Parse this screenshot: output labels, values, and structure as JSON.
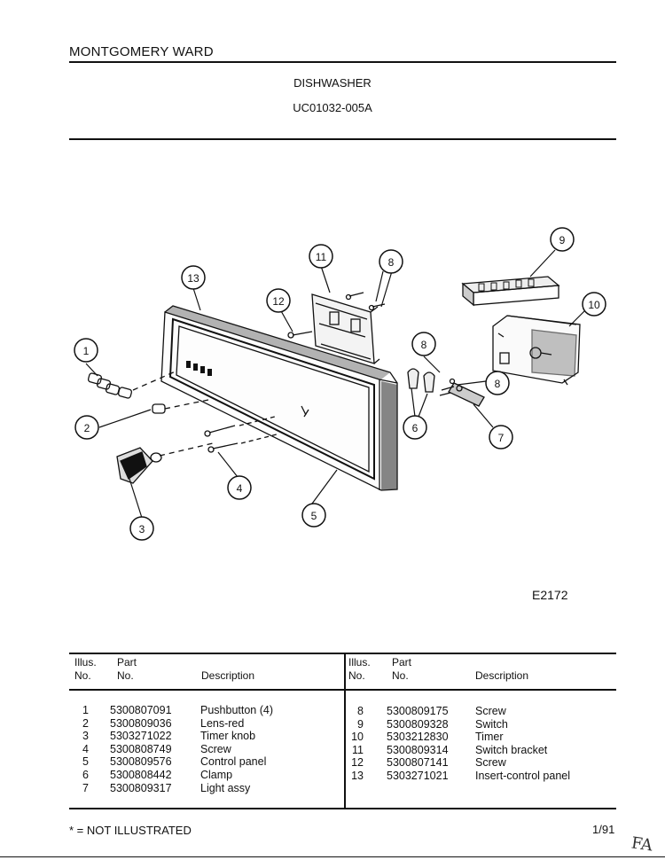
{
  "header": {
    "brand": "MONTGOMERY WARD",
    "product": "DISHWASHER",
    "model": "UC01032-005A"
  },
  "diagram": {
    "code": "E2172",
    "callouts": [
      "1",
      "2",
      "3",
      "4",
      "5",
      "6",
      "7",
      "8",
      "8",
      "8",
      "9",
      "10",
      "11",
      "12",
      "13"
    ]
  },
  "table": {
    "headers": {
      "illus": [
        "Illus.",
        "No."
      ],
      "part": [
        "Part",
        "No."
      ],
      "description": "Description"
    },
    "left_rows": [
      {
        "no": "1",
        "part": "5300807091",
        "desc": "Pushbutton (4)"
      },
      {
        "no": "2",
        "part": "5300809036",
        "desc": "Lens-red"
      },
      {
        "no": "3",
        "part": "5303271022",
        "desc": "Timer knob"
      },
      {
        "no": "4",
        "part": "5300808749",
        "desc": "Screw"
      },
      {
        "no": "5",
        "part": "5300809576",
        "desc": "Control panel"
      },
      {
        "no": "6",
        "part": "5300808442",
        "desc": "Clamp"
      },
      {
        "no": "7",
        "part": "5300809317",
        "desc": "Light assy"
      }
    ],
    "right_rows": [
      {
        "no": "8",
        "part": "5300809175",
        "desc": "Screw"
      },
      {
        "no": "9",
        "part": "5300809328",
        "desc": "Switch"
      },
      {
        "no": "10",
        "part": "5303212830",
        "desc": "Timer"
      },
      {
        "no": "11",
        "part": "5300809314",
        "desc": "Switch bracket"
      },
      {
        "no": "12",
        "part": "5300807141",
        "desc": "Screw"
      },
      {
        "no": "13",
        "part": "5303271021",
        "desc": "Insert-control panel"
      }
    ]
  },
  "footer": {
    "note": "* = NOT ILLUSTRATED",
    "date": "1/91",
    "scrawl": "FA"
  }
}
